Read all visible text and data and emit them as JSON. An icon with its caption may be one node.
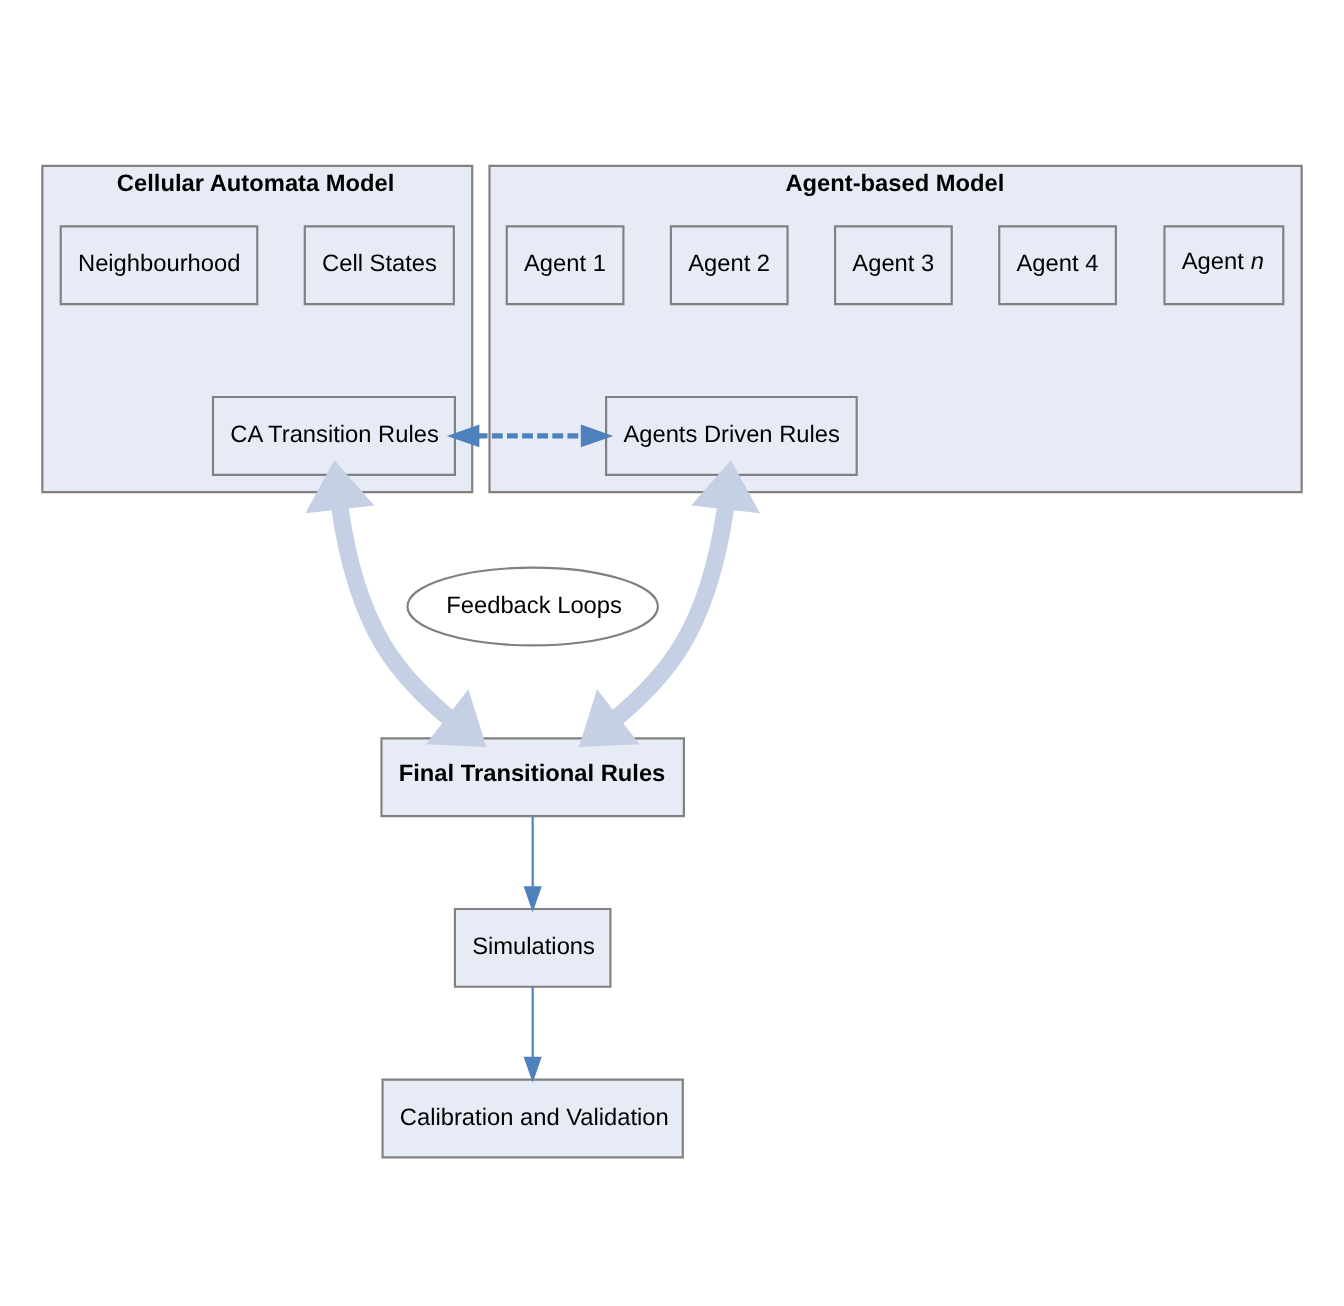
{
  "diagram": {
    "nodes": [
      {
        "text": [
          "Cellular Automata Model"
        ]
      },
      {
        "text": [
          "Cell States"
        ],
        "in": 0
      },
      {
        "text": [
          "Neighbourhood"
        ],
        "in": 0
      },
      {
        "text": [
          "CA Transition Rules"
        ],
        "in": 0
      },
      {
        "text": [
          "Agent-based Model"
        ]
      },
      {
        "text": [
          "Agent *n*"
        ],
        "in": 4
      },
      {
        "text": [
          "Agent 4"
        ],
        "in": 4
      },
      {
        "text": [
          "Agent 3"
        ],
        "in": 4
      },
      {
        "text": [
          "Agent 2"
        ],
        "in": 4
      },
      {
        "text": [
          "Agent 1"
        ],
        "in": 4
      },
      {
        "text": [
          "Agents Driven Rules"
        ],
        "in": 4
      },
      {
        "text": [
          "Feedback Loops"
        ]
      },
      {
        "text": [
          "Final Transitional Rules"
        ]
      },
      {
        "text": [
          "Simulations"
        ]
      },
      {
        "text": [
          "Calibration and Validation"
        ]
      }
    ],
    "edges": [
      {
        "from": 3,
        "to": 10,
        "arrow": "both",
        "style": "dashed"
      },
      {
        "from": 3,
        "to": 12,
        "arrow": "both",
        "style": "thick",
        "color": "#c6d0e4"
      },
      {
        "from": 10,
        "to": 12,
        "arrow": "both",
        "style": "thick",
        "color": "#c6d0e4"
      },
      {
        "from": 12,
        "to": 13,
        "arrow": "to"
      },
      {
        "from": 13,
        "to": 14,
        "arrow": "to"
      }
    ]
  }
}
